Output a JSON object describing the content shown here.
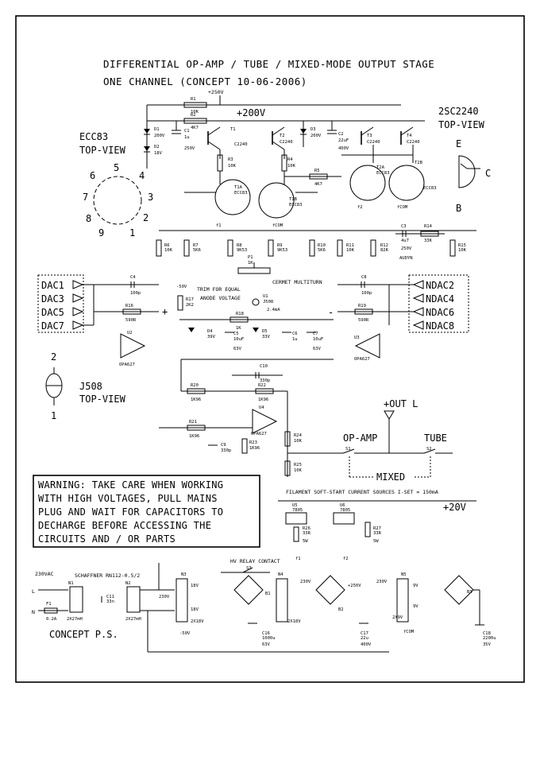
{
  "title": {
    "line1": "DIFFERENTIAL OP-AMP / TUBE / MIXED-MODE OUTPUT STAGE",
    "line2": "ONE CHANNEL (CONCEPT 10-06-2006)"
  },
  "views": {
    "ecc83_line1": "ECC83",
    "ecc83_line2": "TOP-VIEW",
    "ecc83_pins": [
      "5",
      "4",
      "3",
      "2",
      "1",
      "9",
      "8",
      "7",
      "6"
    ],
    "tr_line1": "2SC2240",
    "tr_line2": "TOP-VIEW",
    "tr_pins": [
      "E",
      "C",
      "B"
    ],
    "j508_line1": "J508",
    "j508_line2": "TOP-VIEW",
    "j508_pins": [
      "2",
      "1"
    ]
  },
  "rails": {
    "v250_top": "+250V",
    "v200": "+200V",
    "neg50": "-50V",
    "v20": "+20V",
    "v250_ps": "+250V",
    "neg50_ps": "-50V"
  },
  "inputs": {
    "left": [
      "DAC1",
      "DAC3",
      "DAC5",
      "DAC7"
    ],
    "right": [
      "NDAC2",
      "NDAC4",
      "NDAC6",
      "NDAC8"
    ]
  },
  "output": {
    "label": "+OUT L",
    "opamp": "OP-AMP",
    "tube": "TUBE",
    "mixed": "MIXED",
    "s1": "S1",
    "s2": "S2"
  },
  "labels": {
    "trim_line1": "TRIM FOR EQUAL",
    "trim_line2": "ANODE VOLTAGE",
    "cermet": "CERMET MULTITURN",
    "current": "2.4mA",
    "plus": "+",
    "minus": "-",
    "filament": "FILAMENT SOFT-START CURRENT SOURCES I-SET = 150mA",
    "hv_relay": "HV RELAY CONTACT",
    "schaffner": "SCHAFFNER RN112-0.5/2",
    "ac": "230VAC",
    "concept_ps": "CONCEPT P.S."
  },
  "warning": [
    "WARNING: TAKE CARE WHEN WORKING",
    "WITH HIGH VOLTAGES, PULL MAINS",
    "PLUG AND WAIT FOR CAPACITORS TO",
    "DECHARGE BEFORE ACCESSING THE",
    "CIRCUITS AND / OR PARTS"
  ],
  "components": {
    "R1": [
      "R1",
      "10K"
    ],
    "R2": [
      "R2",
      "4K7"
    ],
    "D1": [
      "D1",
      "200V"
    ],
    "C1": [
      "C1",
      "1u"
    ],
    "C1v": "250V",
    "D2": [
      "D2",
      "18V"
    ],
    "T1": [
      "T1",
      "C2240"
    ],
    "T2": [
      "T2",
      "C2240"
    ],
    "D3": [
      "D3",
      "200V"
    ],
    "C2": [
      "C2",
      "22uF"
    ],
    "C2v": "400V",
    "T3": [
      "T3",
      "C2240"
    ],
    "T4": [
      "T4",
      "C2240"
    ],
    "R3": [
      "R3",
      "10K"
    ],
    "R4": [
      "R4",
      "10K"
    ],
    "R5": [
      "R5",
      "4K7"
    ],
    "T1A": [
      "T1A",
      "ECC83"
    ],
    "T1B": [
      "T1B",
      "ECC83"
    ],
    "T2A": [
      "T2A",
      "ECC83"
    ],
    "T2B": [
      "T2B",
      "ECC83"
    ],
    "R6": [
      "R6",
      "10K"
    ],
    "R7": [
      "R7",
      "5K6"
    ],
    "R8": [
      "R8",
      "9K53"
    ],
    "R9": [
      "R9",
      "9K53"
    ],
    "R10": [
      "R10",
      "5K6"
    ],
    "R11": [
      "R11",
      "10K"
    ],
    "R12": [
      "R12",
      "82K"
    ],
    "C3": [
      "C3",
      "4u7"
    ],
    "C3v": "250V",
    "C3m": "AUDYN",
    "R14": [
      "R14",
      "33K"
    ],
    "R15": [
      "R15",
      "10K"
    ],
    "P1": [
      "P1",
      "1K"
    ],
    "C4": [
      "C4",
      "100p"
    ],
    "R16": [
      "R16",
      "590R"
    ],
    "U2": [
      "U2",
      "OPA627"
    ],
    "R17": [
      "R17",
      "2K2"
    ],
    "U1": [
      "U1",
      "J508"
    ],
    "R18": [
      "R18",
      "1K"
    ],
    "D4": [
      "D4",
      "39V"
    ],
    "C5": [
      "C5",
      "10uF"
    ],
    "C5v": "63V",
    "D5": [
      "D5",
      "33V"
    ],
    "C6": [
      "C6",
      "1u"
    ],
    "C7": [
      "C7",
      "10uF"
    ],
    "C7v": "63V",
    "C8": [
      "C8",
      "100p"
    ],
    "R19": [
      "R19",
      "590R"
    ],
    "U3": [
      "U3",
      "OPA627"
    ],
    "C10": [
      "C10",
      "330p"
    ],
    "R20": [
      "R20",
      "1K96"
    ],
    "R22": [
      "R22",
      "1K96"
    ],
    "U4": [
      "U4",
      "OPA627"
    ],
    "R21": [
      "R21",
      "1K96"
    ],
    "C9": [
      "C9",
      "330p"
    ],
    "R23": [
      "R23",
      "1K96"
    ],
    "R24": [
      "R24",
      "10K"
    ],
    "R25": [
      "R25",
      "10K"
    ],
    "U5": [
      "U5",
      "7805"
    ],
    "U6": [
      "U6",
      "7805"
    ],
    "R26": [
      "R26",
      "33R"
    ],
    "R26w": "5W",
    "R27": [
      "R27",
      "33R"
    ],
    "R27w": "5W",
    "F1": [
      "F1",
      "0.2A"
    ],
    "N1": [
      "N1",
      "2X27mH"
    ],
    "C11": [
      "C11",
      "33n"
    ],
    "N2": [
      "N2",
      "2X27mH"
    ],
    "N3": [
      "N3",
      "2X18V"
    ],
    "S3": "S3",
    "N4": [
      "N4",
      "2X18V"
    ],
    "N5": [
      "N5",
      "2X9V"
    ],
    "B1": "B1",
    "B2": "B2",
    "B3": "B3",
    "C16": [
      "C16",
      "1000u"
    ],
    "C16v": "63V",
    "C17": [
      "C17",
      "22u"
    ],
    "C17v": "400V",
    "C18": [
      "C18",
      "2200u"
    ],
    "C18v": "35V",
    "f1": "f1",
    "f2": "f2",
    "fcom": "fCOM",
    "v18a": "18V",
    "v18b": "18V",
    "v230a": "230V",
    "v230b": "230V",
    "v230c": "230V",
    "v9a": "9V",
    "v9b": "9V",
    "L": "L",
    "N": "N"
  }
}
